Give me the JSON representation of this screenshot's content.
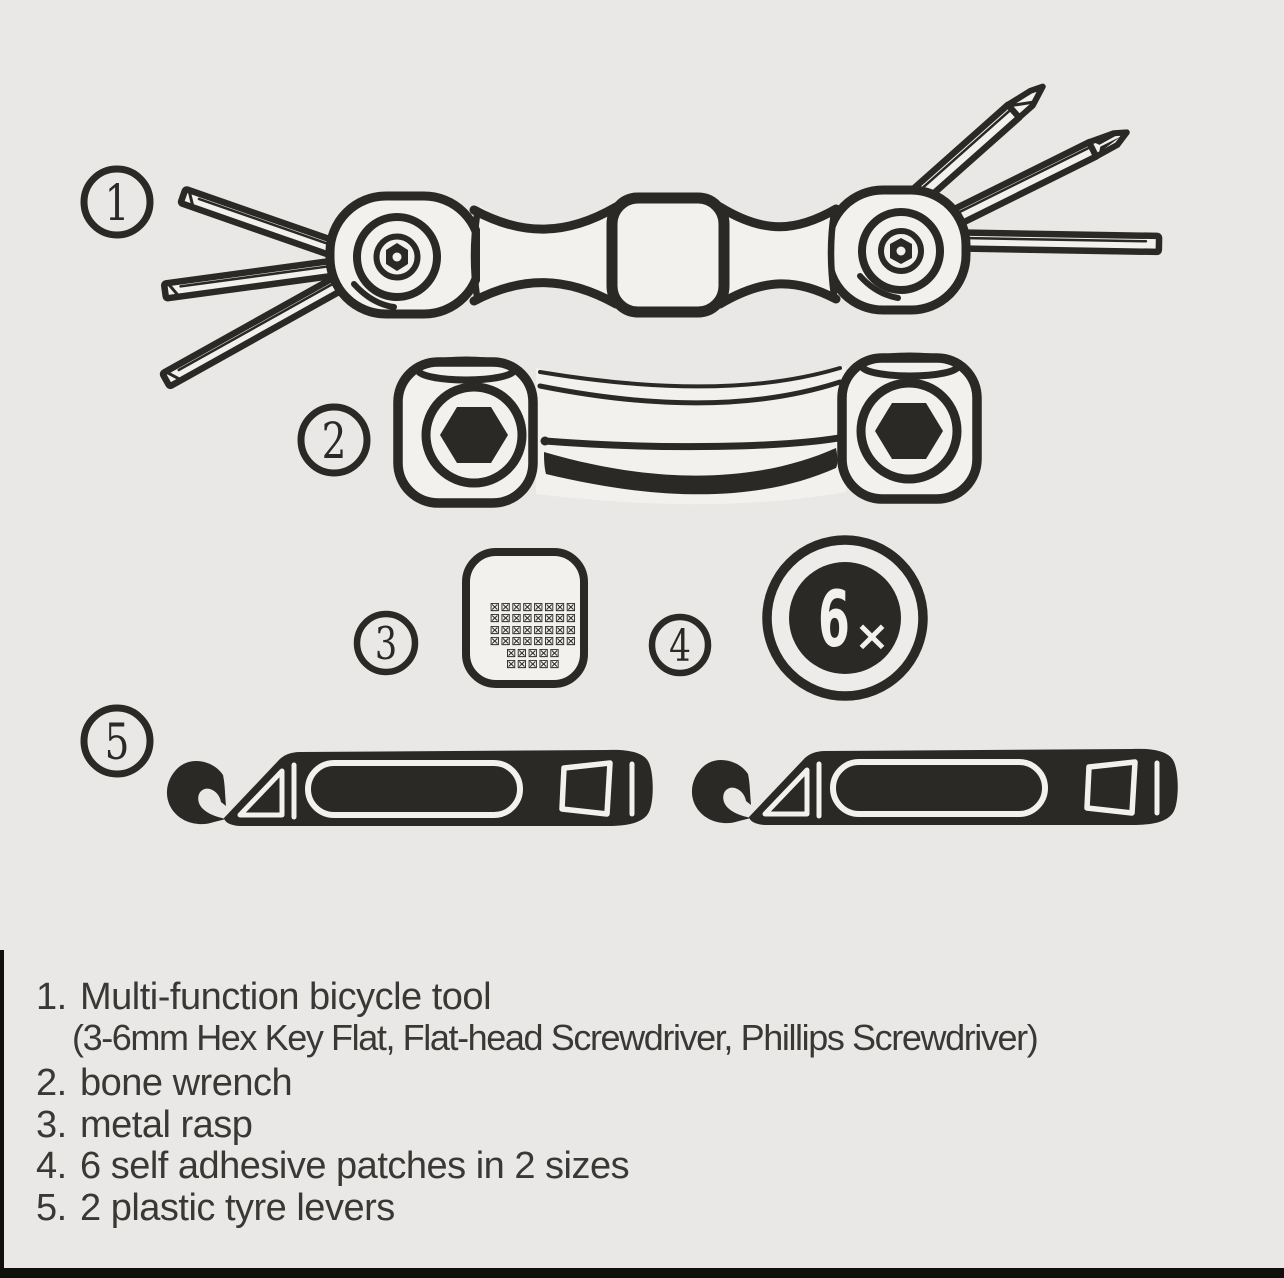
{
  "colors": {
    "background": "#e9e8e6",
    "ink": "#2a2925",
    "tool_fill": "#f2f1ee",
    "legend_text": "#3a3835",
    "trim_bar": "#100f0e"
  },
  "markers": {
    "m1": "1",
    "m2": "2",
    "m3": "3",
    "m4": "4",
    "m5": "5"
  },
  "patch_badge": {
    "count": "6",
    "multiplier": "×"
  },
  "rasp": {
    "rows": [
      "⊠⊠⊠⊠⊠⊠⊠⊠",
      "⊠⊠⊠⊠⊠⊠⊠⊠",
      "⊠⊠⊠⊠⊠⊠⊠⊠",
      "⊠⊠⊠⊠⊠⊠⊠⊠",
      "⊠⊠⊠⊠⊠",
      "⊠⊠⊠⊠⊠"
    ]
  },
  "legend": {
    "items": [
      {
        "num": "1.",
        "text": "Multi-function bicycle tool",
        "sub": "(3-6mm Hex Key Flat, Flat-head Screwdriver, Phillips Screwdriver)"
      },
      {
        "num": "2.",
        "text": "bone wrench"
      },
      {
        "num": "3.",
        "text": "metal rasp"
      },
      {
        "num": "4.",
        "text": "6 self adhesive patches in 2 sizes"
      },
      {
        "num": "5.",
        "text": "2 plastic tyre levers"
      }
    ]
  }
}
